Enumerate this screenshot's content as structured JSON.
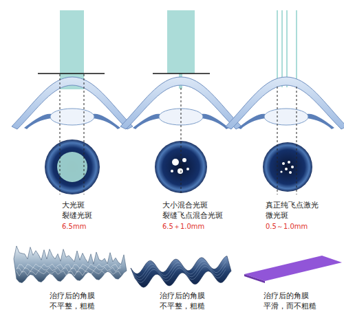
{
  "diagram": {
    "labels": [
      "大光斑",
      "裂缝光斑",
      "6.5mm",
      "大小混合光斑",
      "裂缝飞点混合光斑",
      "6.5＋1.0mm",
      "真正纯飞点激光",
      "微光斑",
      "0.5～1.0mm",
      "治疗后的角膜",
      "不平整，粗糙",
      "治疗后的角膜",
      "不平整，粗糙",
      "治疗后的角膜",
      "平滑，而不粗糙"
    ]
  }
}
